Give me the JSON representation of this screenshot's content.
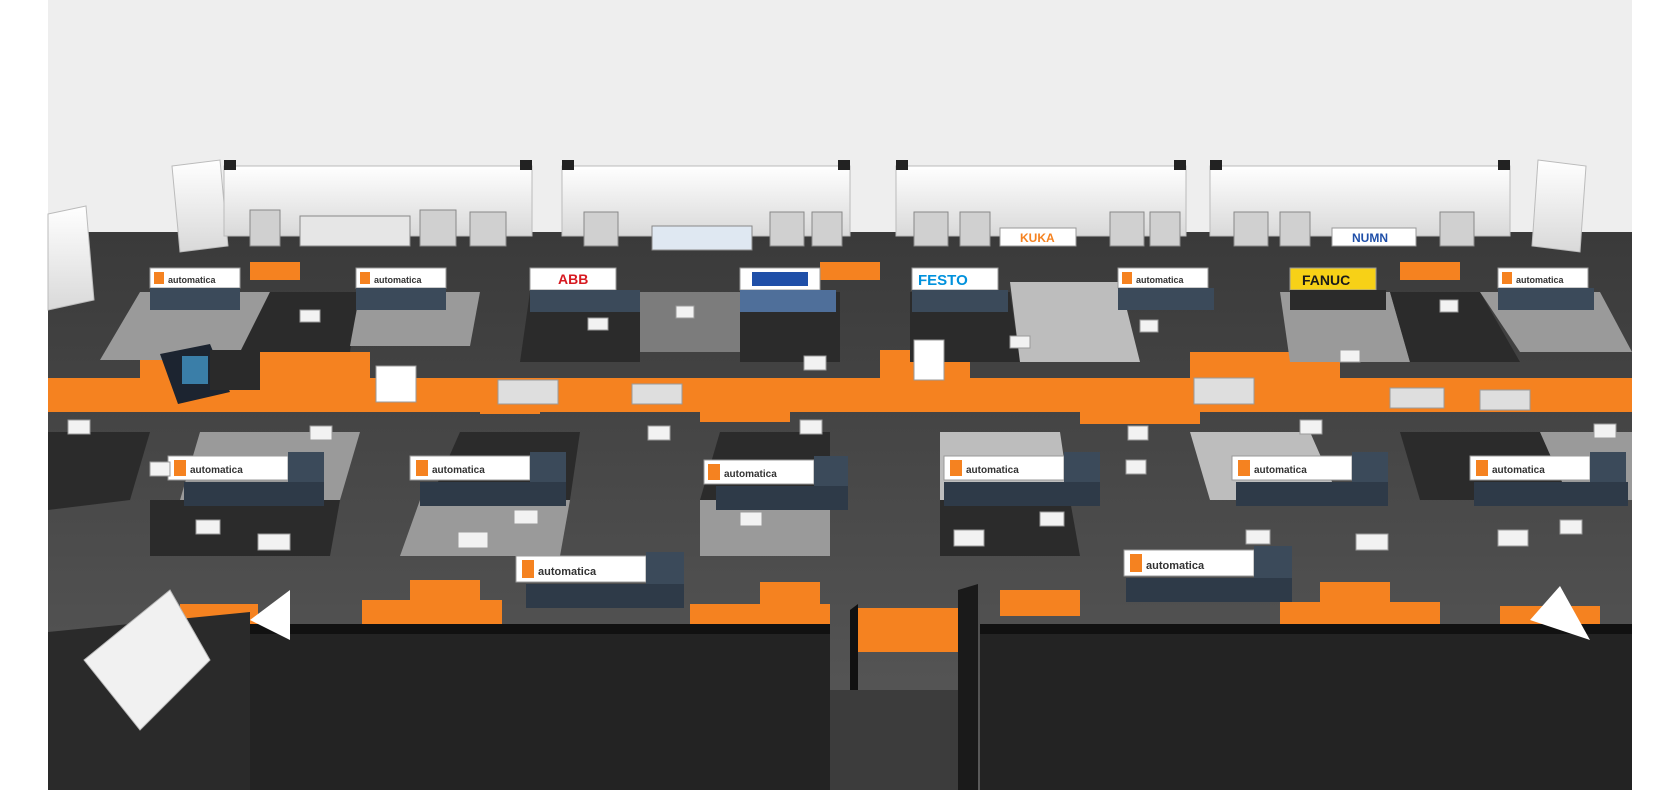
{
  "scene": {
    "colors": {
      "sky": "#eeeeee",
      "floor": "#4a4a4a",
      "floor_dark": "#2b2b2b",
      "floor_light": "#9a9a9a",
      "accent": "#f58220",
      "wall": "#ffffff",
      "partition": "#1e1e1e"
    },
    "brand_banners": [
      {
        "text": "ABB",
        "color": "#d71920",
        "bg": "#ffffff"
      },
      {
        "text": "FESTO",
        "color": "#0091dc",
        "bg": "#ffffff"
      },
      {
        "text": "KUKA",
        "color": "#f58220",
        "bg": "#ffffff"
      },
      {
        "text": "FANUC",
        "color": "#1a1a1a",
        "bg": "#f7d117"
      },
      {
        "text": "NUMN",
        "color": "#1f4fa8",
        "bg": "#ffffff"
      }
    ],
    "booth_label": "automatica"
  }
}
